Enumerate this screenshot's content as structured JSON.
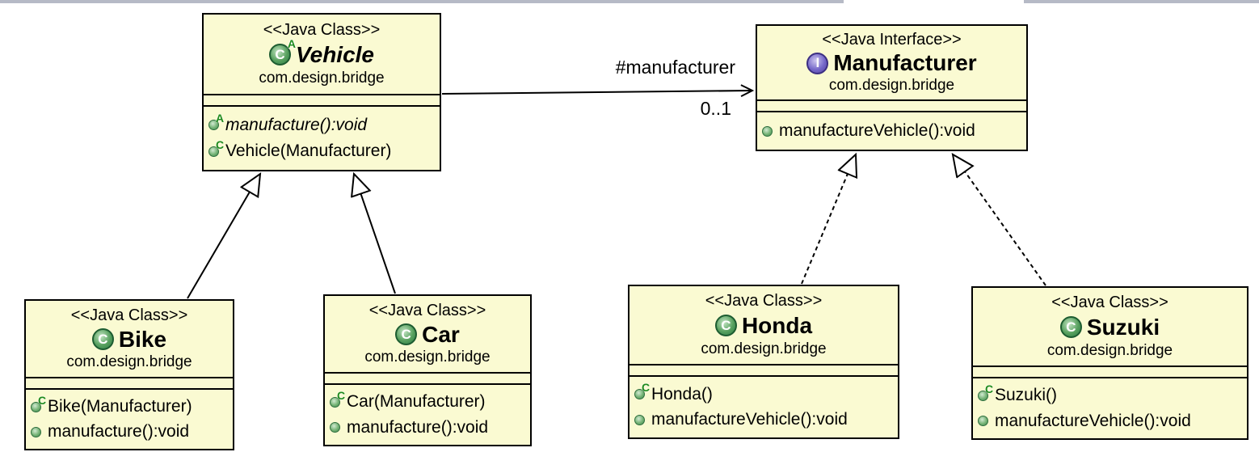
{
  "window": {
    "top_bar_color": "#b6bac6"
  },
  "colors": {
    "box_fill": "#fafad2",
    "box_border": "#000000",
    "class_icon_green": "#57a05e",
    "interface_icon_purple": "#7568c9",
    "member_ball_green": "#74b274",
    "badge_green": "#1e8b1e"
  },
  "icons": {
    "class_letter": "C",
    "interface_letter": "I",
    "abstract_badge": "A",
    "constructor_badge": "C"
  },
  "diagram": {
    "classes": [
      {
        "stereotype": "<<Java Class>>",
        "name": "Vehicle",
        "package": "com.design.bridge",
        "kind": "abstract class",
        "members": [
          {
            "label": "manufacture():void",
            "kind": "abstract method"
          },
          {
            "label": "Vehicle(Manufacturer)",
            "kind": "constructor"
          }
        ]
      },
      {
        "stereotype": "<<Java Interface>>",
        "name": "Manufacturer",
        "package": "com.design.bridge",
        "kind": "interface",
        "members": [
          {
            "label": "manufactureVehicle():void",
            "kind": "public method"
          }
        ]
      },
      {
        "stereotype": "<<Java Class>>",
        "name": "Bike",
        "package": "com.design.bridge",
        "kind": "class",
        "members": [
          {
            "label": "Bike(Manufacturer)",
            "kind": "constructor"
          },
          {
            "label": "manufacture():void",
            "kind": "public method"
          }
        ]
      },
      {
        "stereotype": "<<Java Class>>",
        "name": "Car",
        "package": "com.design.bridge",
        "kind": "class",
        "members": [
          {
            "label": "Car(Manufacturer)",
            "kind": "constructor"
          },
          {
            "label": "manufacture():void",
            "kind": "public method"
          }
        ]
      },
      {
        "stereotype": "<<Java Class>>",
        "name": "Honda",
        "package": "com.design.bridge",
        "kind": "class",
        "members": [
          {
            "label": "Honda()",
            "kind": "constructor"
          },
          {
            "label": "manufactureVehicle():void",
            "kind": "public method"
          }
        ]
      },
      {
        "stereotype": "<<Java Class>>",
        "name": "Suzuki",
        "package": "com.design.bridge",
        "kind": "class",
        "members": [
          {
            "label": "Suzuki()",
            "kind": "constructor"
          },
          {
            "label": "manufactureVehicle():void",
            "kind": "public method"
          }
        ]
      }
    ],
    "edges": {
      "association": {
        "from": "Vehicle",
        "to": "Manufacturer",
        "name": "#manufacturer",
        "multiplicity": "0..1"
      },
      "generalizations": [
        {
          "from": "Bike",
          "to": "Vehicle"
        },
        {
          "from": "Car",
          "to": "Vehicle"
        }
      ],
      "realizations": [
        {
          "from": "Honda",
          "to": "Manufacturer"
        },
        {
          "from": "Suzuki",
          "to": "Manufacturer"
        }
      ]
    }
  }
}
